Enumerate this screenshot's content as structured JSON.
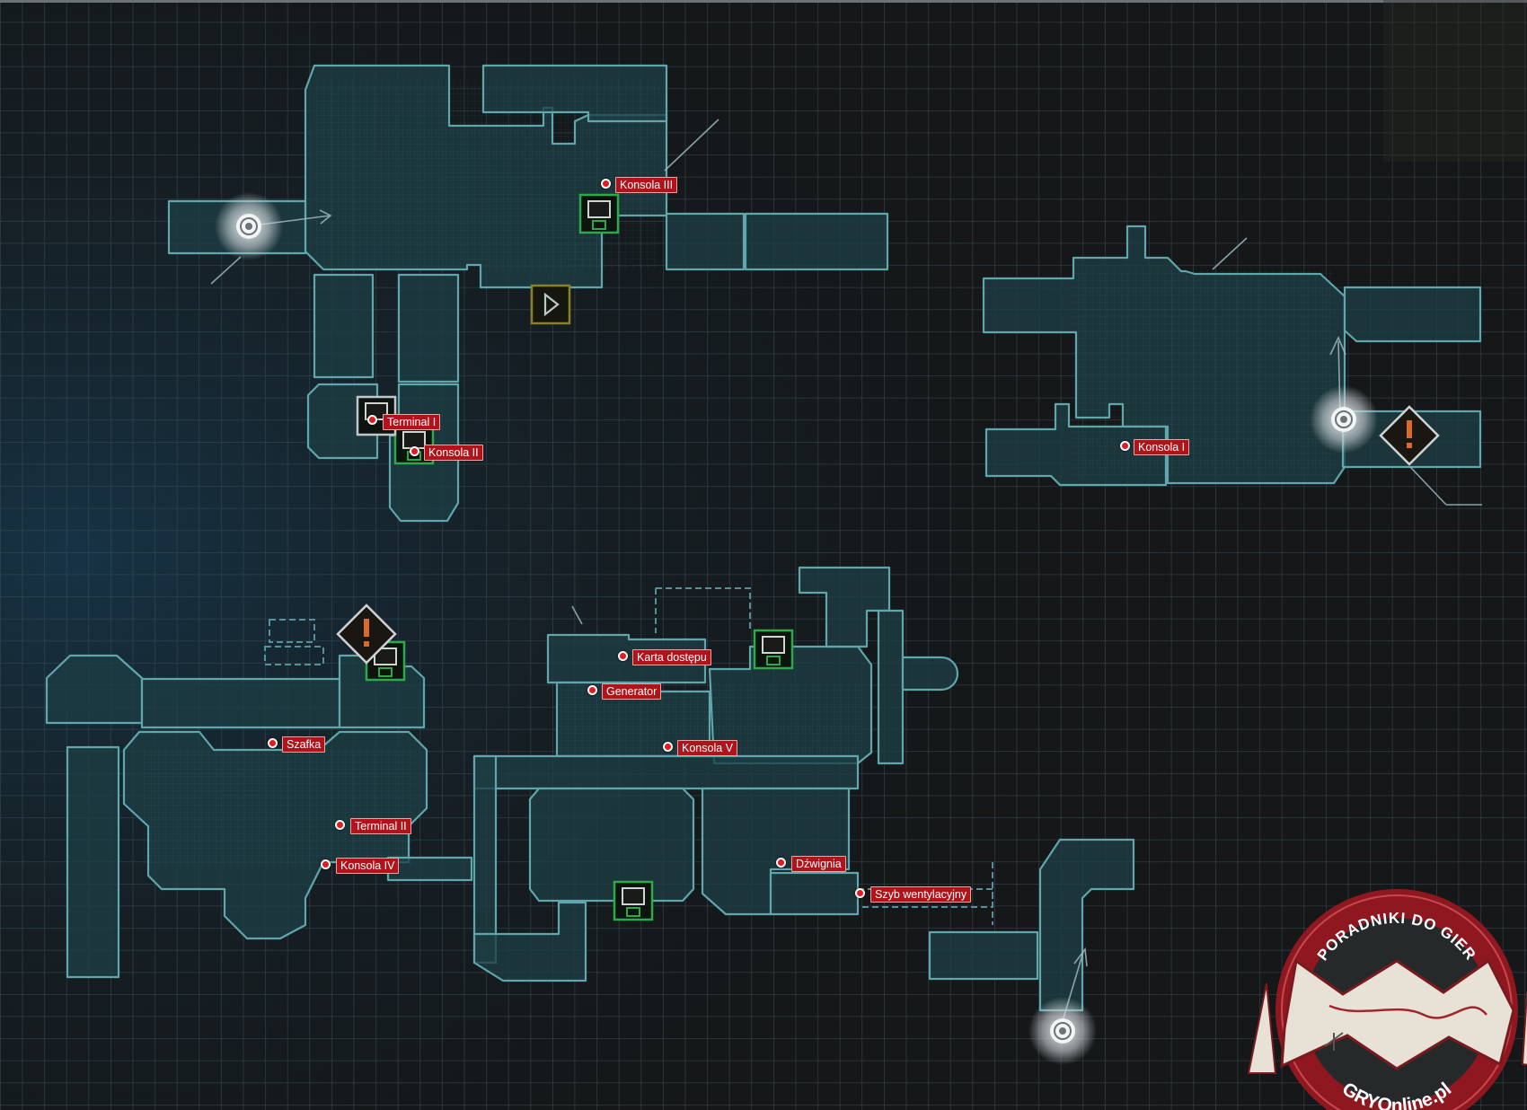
{
  "markers": [
    {
      "id": "konsola-iii",
      "label": "Konsola III"
    },
    {
      "id": "terminal-i",
      "label": "Terminal I"
    },
    {
      "id": "konsola-ii",
      "label": "Konsola II"
    },
    {
      "id": "konsola-i",
      "label": "Konsola I"
    },
    {
      "id": "karta-dostepu",
      "label": "Karta dostępu"
    },
    {
      "id": "generator",
      "label": "Generator"
    },
    {
      "id": "konsola-v",
      "label": "Konsola V"
    },
    {
      "id": "szafka",
      "label": "Szafka"
    },
    {
      "id": "terminal-ii",
      "label": "Terminal II"
    },
    {
      "id": "konsola-iv",
      "label": "Konsola IV"
    },
    {
      "id": "dzwignia",
      "label": "Dźwignia"
    },
    {
      "id": "szyb-wentylacyjny",
      "label": "Szyb wentylacyjny"
    }
  ],
  "icons": [
    "save-station-icon",
    "door-arrow-icon",
    "warning-diamond-icon",
    "entry-point-icon"
  ],
  "colors": {
    "background": "#151718",
    "grid": "#3a4d57",
    "room_fill": "#1e3e44",
    "room_stroke": "#5fa6ad",
    "marker_red": "#e01b22",
    "label_bg": "#b0141a",
    "save_green": "#2ea94a",
    "door_yellow": "#8a8123",
    "warning_orange": "#d86a2b"
  },
  "watermark": {
    "top_text": "PORADNIKI DO GIER",
    "bottom_text": "GRYOnline.pl"
  }
}
